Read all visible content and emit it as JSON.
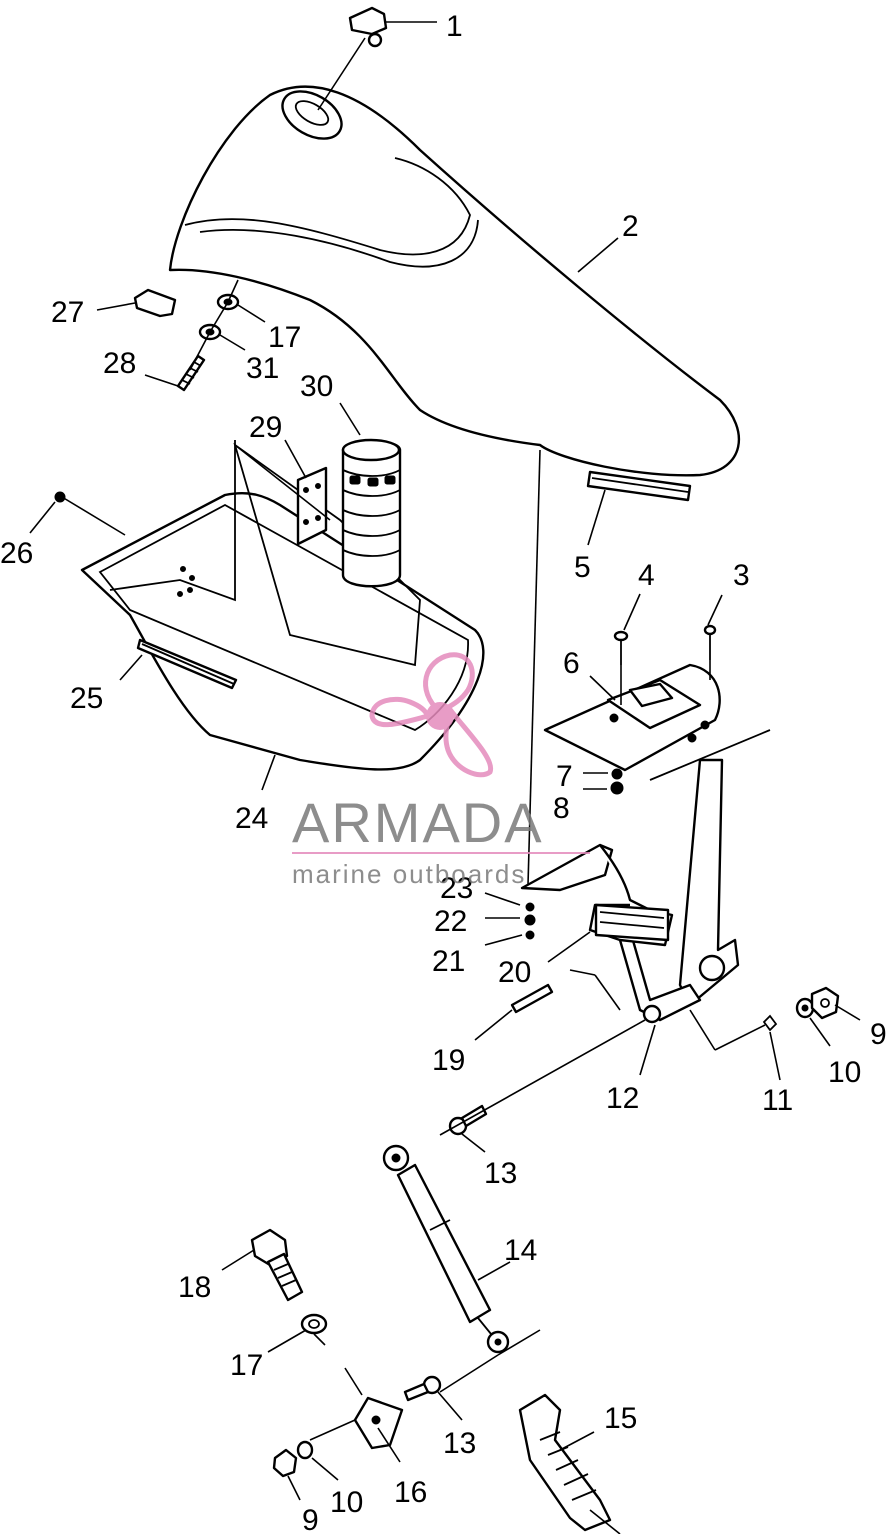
{
  "callouts": {
    "c1": "1",
    "c2": "2",
    "c3": "3",
    "c4": "4",
    "c5": "5",
    "c6": "6",
    "c7": "7",
    "c8": "8",
    "c9a": "9",
    "c9b": "9",
    "c10a": "10",
    "c10b": "10",
    "c11": "11",
    "c12": "12",
    "c13a": "13",
    "c13b": "13",
    "c14": "14",
    "c15": "15",
    "c16": "16",
    "c17a": "17",
    "c17b": "17",
    "c18": "18",
    "c19": "19",
    "c20": "20",
    "c21": "21",
    "c22": "22",
    "c23": "23",
    "c24": "24",
    "c25": "25",
    "c26": "26",
    "c27": "27",
    "c28": "28",
    "c29": "29",
    "c30": "30",
    "c31": "31"
  },
  "watermark": {
    "brand": "ARMADA",
    "tagline": "marine outboards",
    "logo_color": "#e58bbd"
  }
}
